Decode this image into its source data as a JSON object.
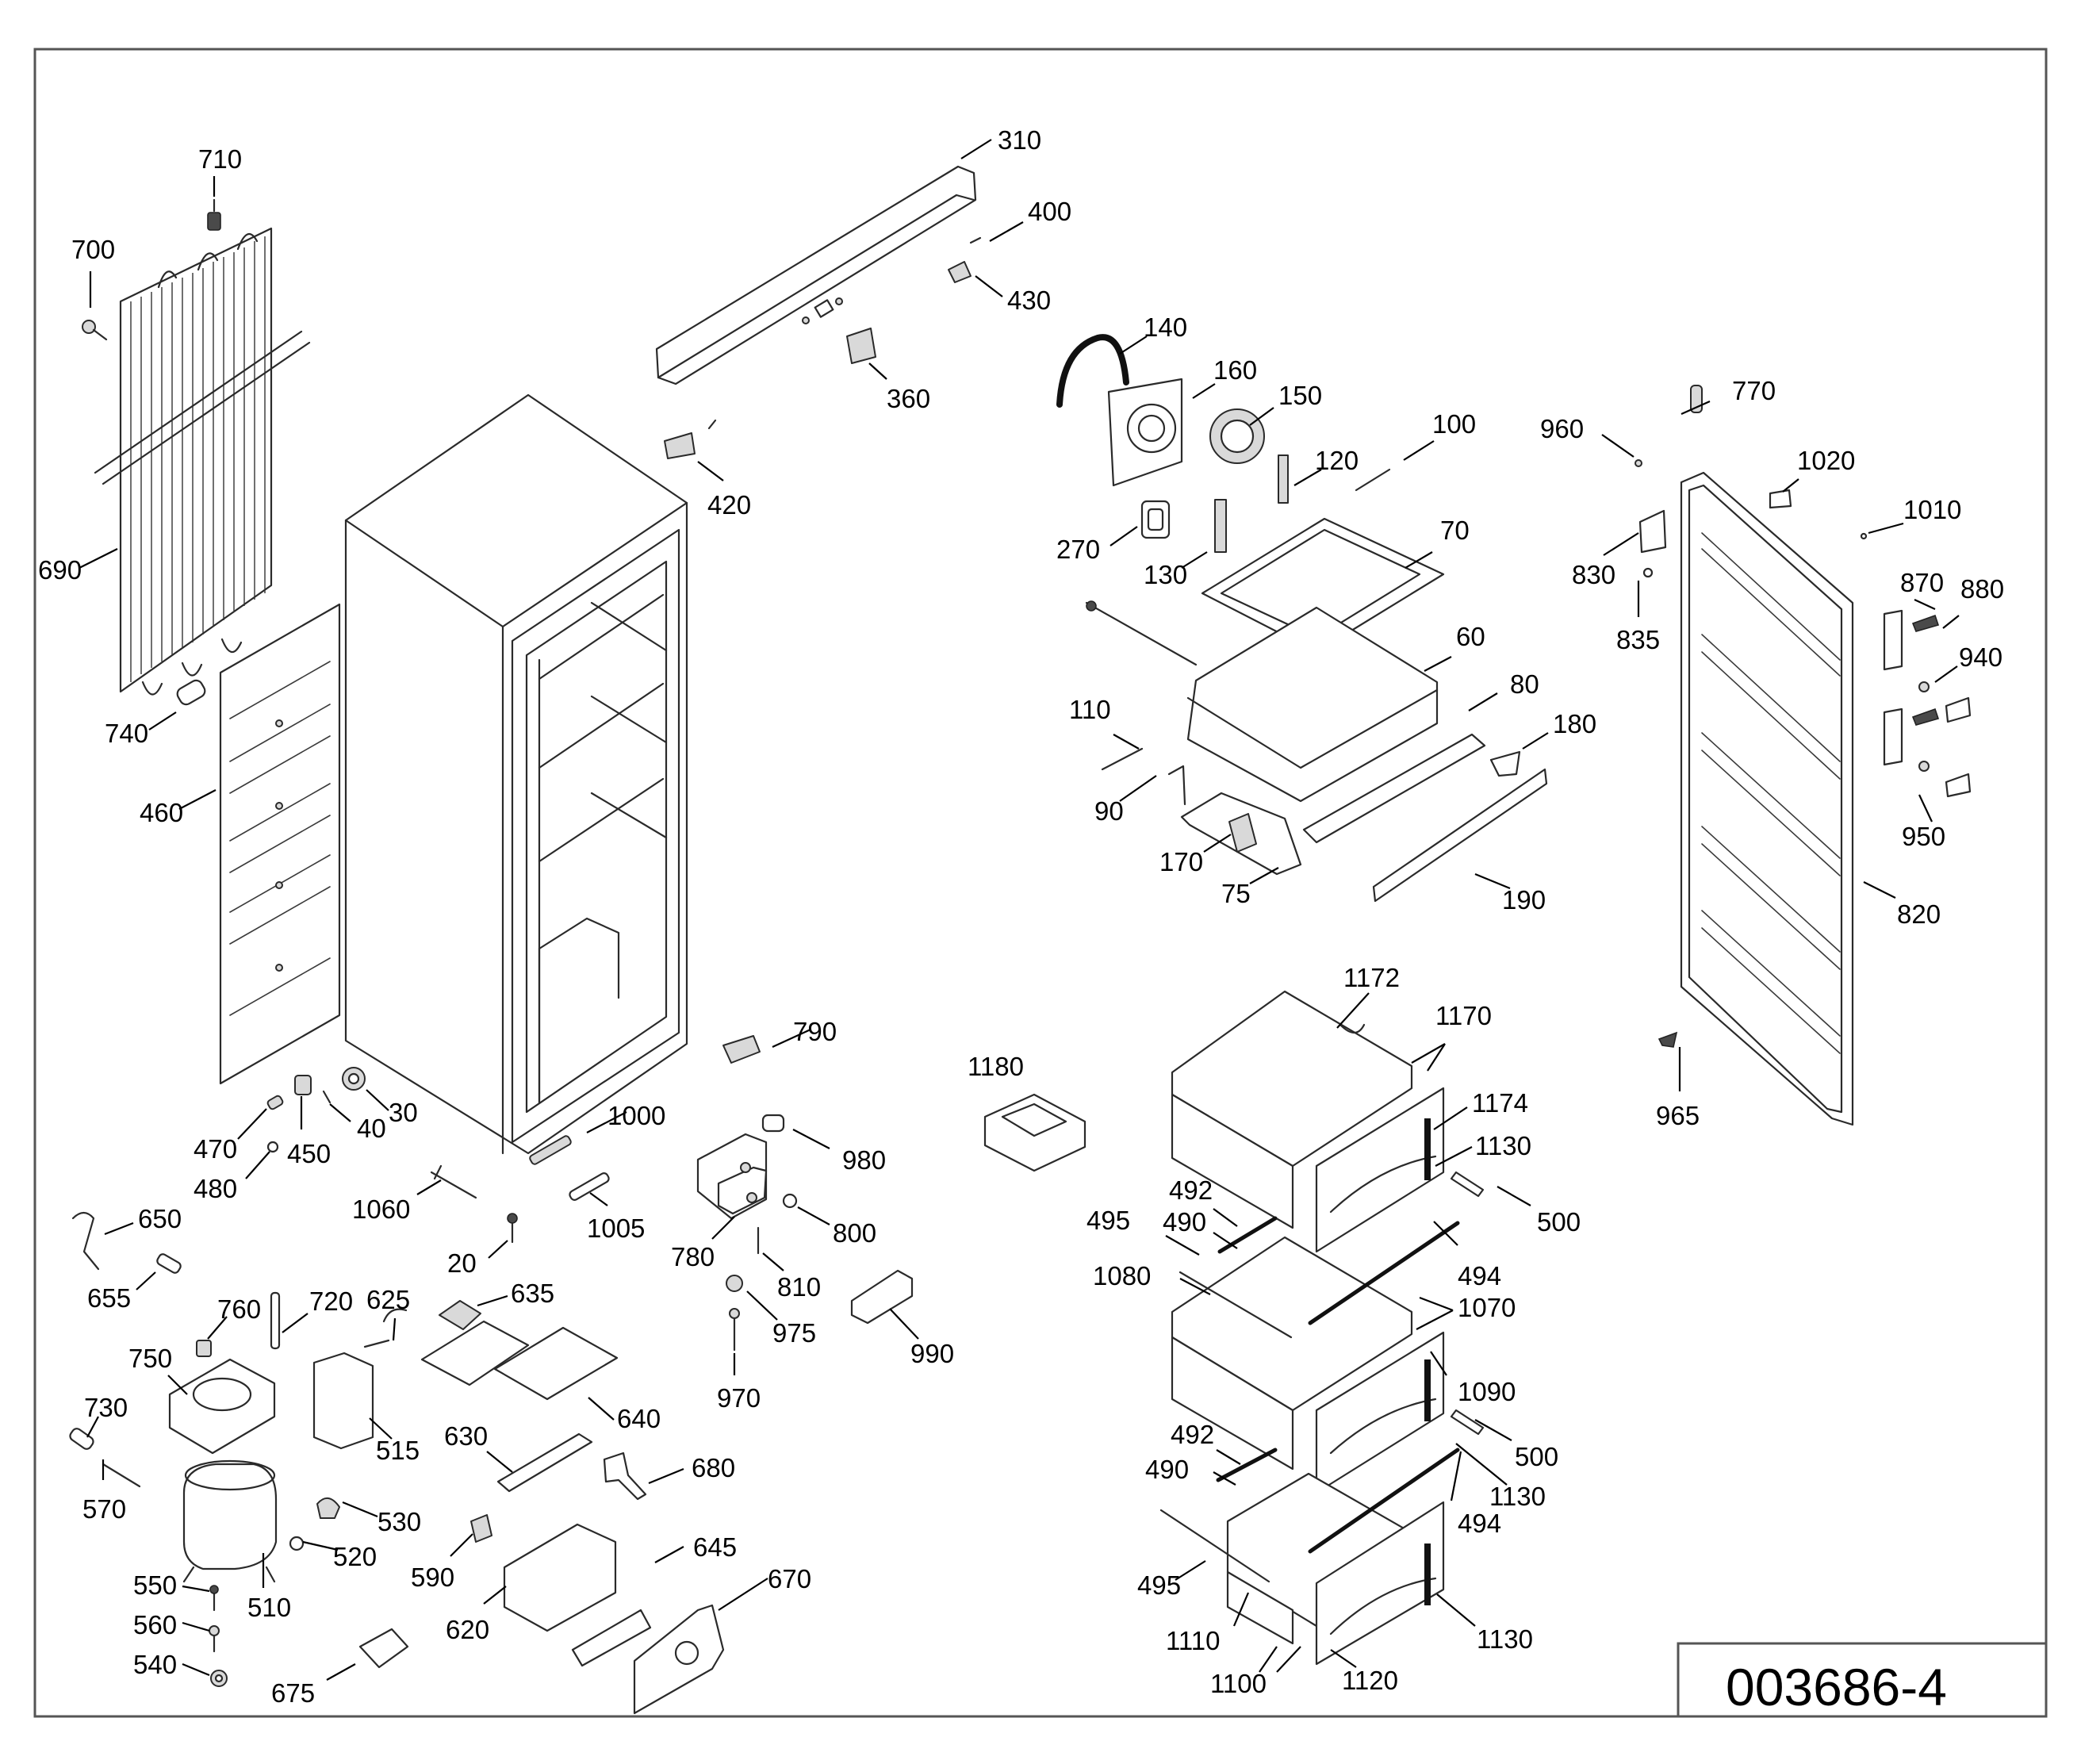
{
  "document_number": "003686-4",
  "callouts": [
    {
      "id": "c710",
      "text": "710"
    },
    {
      "id": "c700",
      "text": "700"
    },
    {
      "id": "c690",
      "text": "690"
    },
    {
      "id": "c740",
      "text": "740"
    },
    {
      "id": "c460",
      "text": "460"
    },
    {
      "id": "c470",
      "text": "470"
    },
    {
      "id": "c450",
      "text": "450"
    },
    {
      "id": "c480",
      "text": "480"
    },
    {
      "id": "c40",
      "text": "40"
    },
    {
      "id": "c30",
      "text": "30"
    },
    {
      "id": "c310",
      "text": "310"
    },
    {
      "id": "c400",
      "text": "400"
    },
    {
      "id": "c430",
      "text": "430"
    },
    {
      "id": "c360",
      "text": "360"
    },
    {
      "id": "c420",
      "text": "420"
    },
    {
      "id": "c140",
      "text": "140"
    },
    {
      "id": "c160",
      "text": "160"
    },
    {
      "id": "c150",
      "text": "150"
    },
    {
      "id": "c120",
      "text": "120"
    },
    {
      "id": "c100",
      "text": "100"
    },
    {
      "id": "c270",
      "text": "270"
    },
    {
      "id": "c130",
      "text": "130"
    },
    {
      "id": "c70",
      "text": "70"
    },
    {
      "id": "c60",
      "text": "60"
    },
    {
      "id": "c80",
      "text": "80"
    },
    {
      "id": "c180",
      "text": "180"
    },
    {
      "id": "c110",
      "text": "110"
    },
    {
      "id": "c90",
      "text": "90"
    },
    {
      "id": "c170",
      "text": "170"
    },
    {
      "id": "c75",
      "text": "75"
    },
    {
      "id": "c190",
      "text": "190"
    },
    {
      "id": "c770",
      "text": "770"
    },
    {
      "id": "c960",
      "text": "960"
    },
    {
      "id": "c1020",
      "text": "1020"
    },
    {
      "id": "c1010",
      "text": "1010"
    },
    {
      "id": "c830",
      "text": "830"
    },
    {
      "id": "c835",
      "text": "835"
    },
    {
      "id": "c870",
      "text": "870"
    },
    {
      "id": "c880",
      "text": "880"
    },
    {
      "id": "c940",
      "text": "940"
    },
    {
      "id": "c950",
      "text": "950"
    },
    {
      "id": "c820",
      "text": "820"
    },
    {
      "id": "c965",
      "text": "965"
    },
    {
      "id": "c790",
      "text": "790"
    },
    {
      "id": "c1000",
      "text": "1000"
    },
    {
      "id": "c980",
      "text": "980"
    },
    {
      "id": "c1060",
      "text": "1060"
    },
    {
      "id": "c1005",
      "text": "1005"
    },
    {
      "id": "c800",
      "text": "800"
    },
    {
      "id": "c20",
      "text": "20"
    },
    {
      "id": "c780",
      "text": "780"
    },
    {
      "id": "c810",
      "text": "810"
    },
    {
      "id": "c975",
      "text": "975"
    },
    {
      "id": "c990",
      "text": "990"
    },
    {
      "id": "c970",
      "text": "970"
    },
    {
      "id": "c1180",
      "text": "1180"
    },
    {
      "id": "c1172",
      "text": "1172"
    },
    {
      "id": "c1170",
      "text": "1170"
    },
    {
      "id": "c1174",
      "text": "1174"
    },
    {
      "id": "c1130a",
      "text": "1130"
    },
    {
      "id": "c492a",
      "text": "492"
    },
    {
      "id": "c490a",
      "text": "490"
    },
    {
      "id": "c495a",
      "text": "495"
    },
    {
      "id": "c500a",
      "text": "500"
    },
    {
      "id": "c494a",
      "text": "494"
    },
    {
      "id": "c1080",
      "text": "1080"
    },
    {
      "id": "c1070",
      "text": "1070"
    },
    {
      "id": "c1090",
      "text": "1090"
    },
    {
      "id": "c492b",
      "text": "492"
    },
    {
      "id": "c490b",
      "text": "490"
    },
    {
      "id": "c500b",
      "text": "500"
    },
    {
      "id": "c1130b",
      "text": "1130"
    },
    {
      "id": "c494b",
      "text": "494"
    },
    {
      "id": "c495b",
      "text": "495"
    },
    {
      "id": "c1110",
      "text": "1110"
    },
    {
      "id": "c1130c",
      "text": "1130"
    },
    {
      "id": "c1100",
      "text": "1100"
    },
    {
      "id": "c1120",
      "text": "1120"
    },
    {
      "id": "c650",
      "text": "650"
    },
    {
      "id": "c655",
      "text": "655"
    },
    {
      "id": "c760",
      "text": "760"
    },
    {
      "id": "c720",
      "text": "720"
    },
    {
      "id": "c625",
      "text": "625"
    },
    {
      "id": "c635",
      "text": "635"
    },
    {
      "id": "c750",
      "text": "750"
    },
    {
      "id": "c730",
      "text": "730"
    },
    {
      "id": "c515",
      "text": "515"
    },
    {
      "id": "c640",
      "text": "640"
    },
    {
      "id": "c630",
      "text": "630"
    },
    {
      "id": "c570",
      "text": "570"
    },
    {
      "id": "c680",
      "text": "680"
    },
    {
      "id": "c530",
      "text": "530"
    },
    {
      "id": "c520",
      "text": "520"
    },
    {
      "id": "c590",
      "text": "590"
    },
    {
      "id": "c645",
      "text": "645"
    },
    {
      "id": "c550",
      "text": "550"
    },
    {
      "id": "c510",
      "text": "510"
    },
    {
      "id": "c670",
      "text": "670"
    },
    {
      "id": "c560",
      "text": "560"
    },
    {
      "id": "c620",
      "text": "620"
    },
    {
      "id": "c540",
      "text": "540"
    },
    {
      "id": "c675",
      "text": "675"
    }
  ]
}
